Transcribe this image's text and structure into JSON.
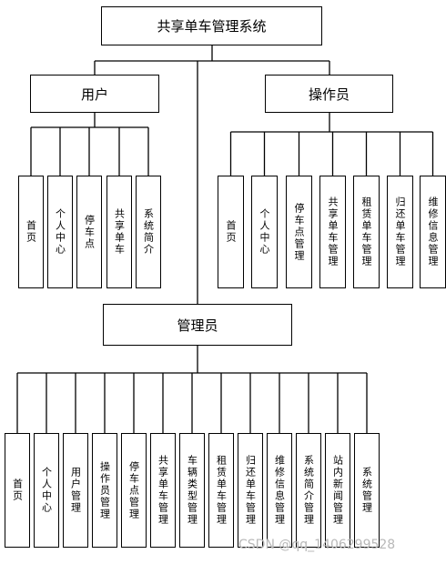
{
  "root": {
    "label": "共享单车管理系统"
  },
  "groups": [
    {
      "label": "用户",
      "children": [
        "首页",
        "个人中心",
        "停车点",
        "共享单车",
        "系统简介"
      ]
    },
    {
      "label": "操作员",
      "children": [
        "首页",
        "个人中心",
        "停车点管理",
        "共享单车管理",
        "租赁单车管理",
        "归还单车管理",
        "维修信息管理"
      ]
    },
    {
      "label": "管理员",
      "children": [
        "首页",
        "个人中心",
        "用户管理",
        "操作员管理",
        "停车点管理",
        "共享单车管理",
        "车辆类型管理",
        "租赁单车管理",
        "归还单车管理",
        "维修信息管理",
        "系统简介管理",
        "站内新闻管理",
        "系统管理"
      ]
    }
  ],
  "watermark": "CSDN @qq_1406299528"
}
